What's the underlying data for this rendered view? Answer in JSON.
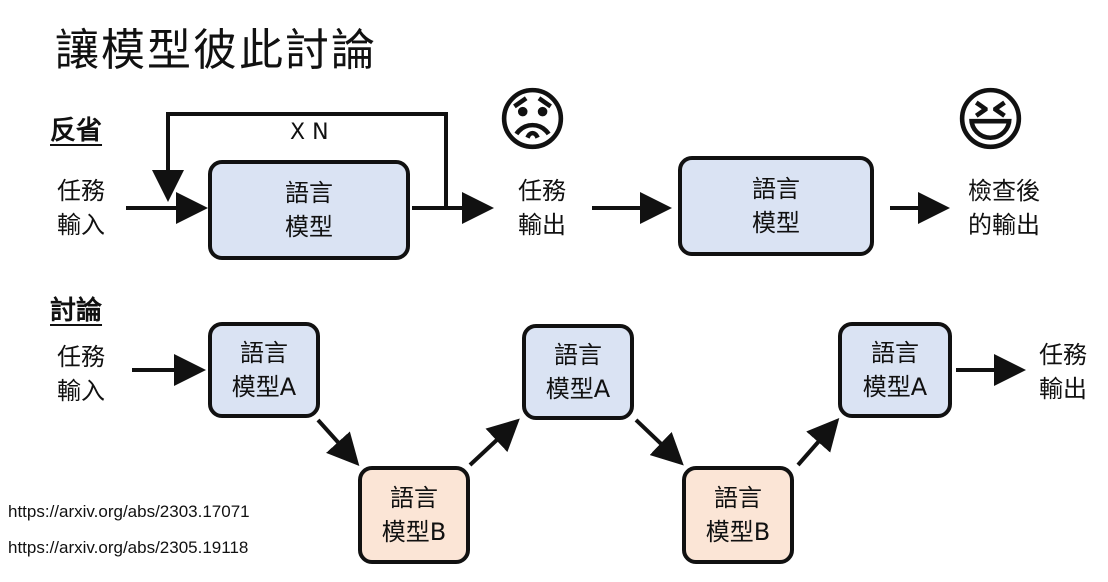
{
  "title": "讓模型彼此討論",
  "reflection": {
    "heading": "反省",
    "task_input": [
      "任務",
      "輸入"
    ],
    "model": [
      "語言",
      "模型"
    ],
    "loop_label": "X N",
    "task_output": [
      "任務",
      "輸出"
    ],
    "model2": [
      "語言",
      "模型"
    ],
    "checked_output": [
      "檢查後",
      "的輸出"
    ],
    "sad_face": "😟",
    "happy_face": "😆"
  },
  "discussion": {
    "heading": "討論",
    "task_input": [
      "任務",
      "輸入"
    ],
    "model_a": [
      "語言",
      "模型A"
    ],
    "model_b": [
      "語言",
      "模型B"
    ],
    "task_output": [
      "任務",
      "輸出"
    ]
  },
  "refs": [
    "https://arxiv.org/abs/2303.17071",
    "https://arxiv.org/abs/2305.19118"
  ]
}
